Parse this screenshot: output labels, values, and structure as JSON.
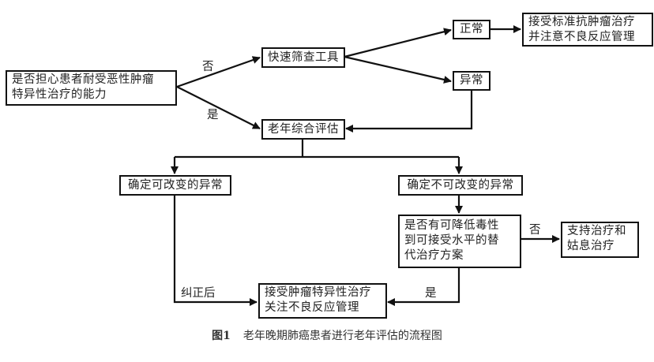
{
  "nodes": {
    "start": "是否担心患者耐受恶性肿瘤\n特异性治疗的能力",
    "screening": "快速筛查工具",
    "normal": "正常",
    "abnormal": "异常",
    "standard_treatment": "接受标准抗肿瘤治疗\n并注意不良反应管理",
    "cga": "老年综合评估",
    "modifiable": "确定可改变的异常",
    "non_modifiable": "确定不可改变的异常",
    "alternative_question": "是否有可降低毒性\n到可接受水平的替\n代治疗方案",
    "supportive": "支持治疗和\n姑息治疗",
    "specific_treatment": "接受肿瘤特异性治疗\n关注不良反应管理"
  },
  "edge_labels": {
    "start_no": "否",
    "start_yes": "是",
    "alt_no": "否",
    "alt_yes": "是",
    "after_correction": "纠正后"
  },
  "caption": {
    "figure_number": "图1",
    "title": "老年晚期肺癌患者进行老年评估的流程图"
  }
}
